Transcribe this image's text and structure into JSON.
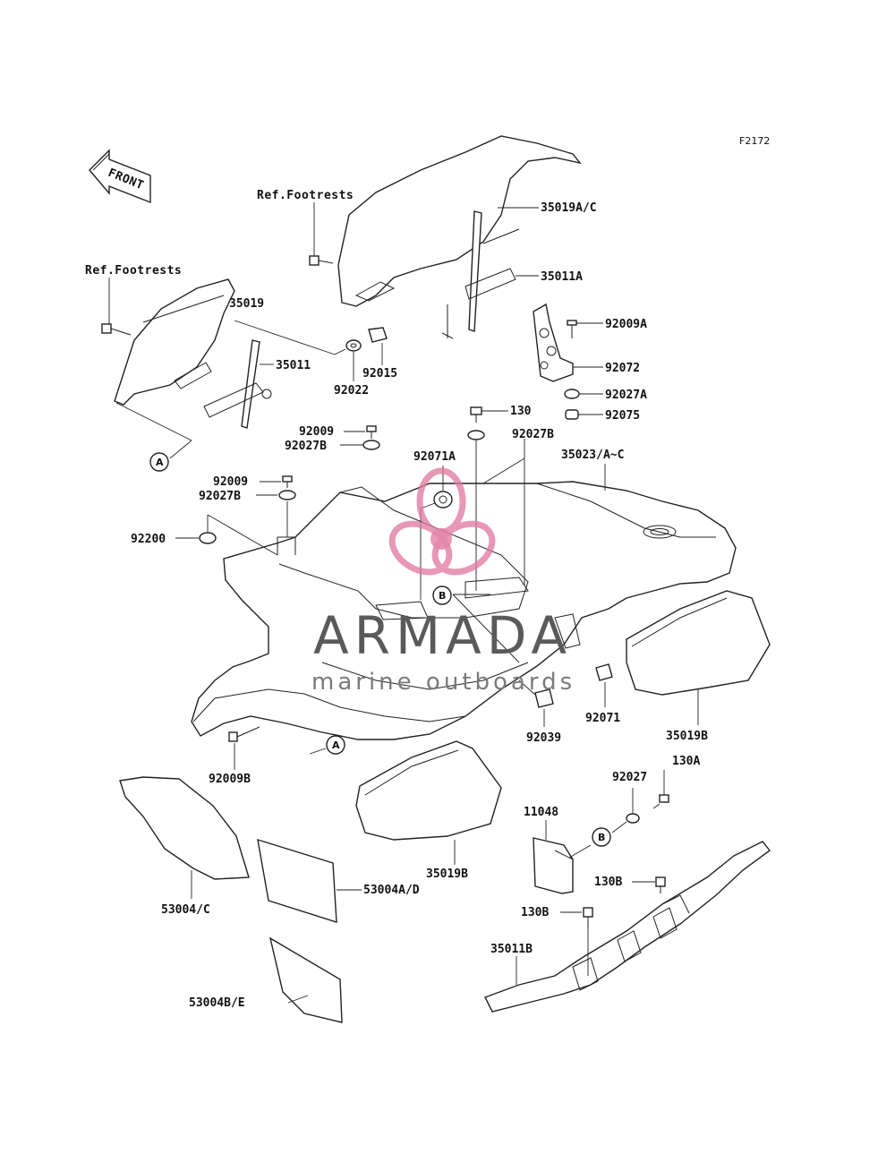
{
  "diagram_code": "F2172",
  "front_arrow_label": "FRONT",
  "watermark": {
    "brand": "ARMADA",
    "tagline": "marine outboards",
    "accent_color": "#e07aa0",
    "text_color": "#5a5a5a"
  },
  "refs": {
    "footrests_top": "Ref.Footrests",
    "footrests_left": "Ref.Footrests"
  },
  "callouts": {
    "a_upper": "A",
    "a_lower": "A",
    "b_center": "B",
    "b_lower": "B"
  },
  "parts": {
    "p35019AC": "35019A/C",
    "p35011A": "35011A",
    "p35019": "35019",
    "p35011": "35011",
    "p92015": "92015",
    "p92022": "92022",
    "p92009A": "92009A",
    "p92072": "92072",
    "p92027A": "92027A",
    "p92075": "92075",
    "p130": "130",
    "p92027B_right": "92027B",
    "p92009_top": "92009",
    "p92027B_top": "92027B",
    "p92071A": "92071A",
    "p35023": "35023/A~C",
    "p92009_mid": "92009",
    "p92027B_mid": "92027B",
    "p92200": "92200",
    "p92071": "92071",
    "p92039": "92039",
    "p35019B_right": "35019B",
    "p92009B": "92009B",
    "p92027": "92027",
    "p130A": "130A",
    "p11048": "11048",
    "p35019B_low": "35019B",
    "p53004C": "53004/C",
    "p53004AD": "53004A/D",
    "p130B_right": "130B",
    "p130B_left": "130B",
    "p35011B": "35011B",
    "p53004BE": "53004B/E"
  }
}
